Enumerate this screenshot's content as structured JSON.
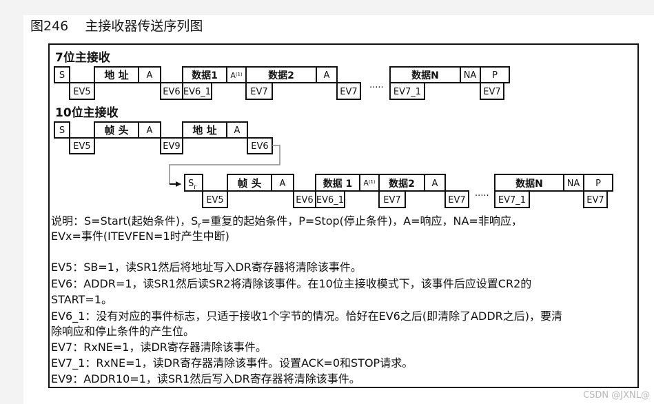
{
  "figure_title": "图246    主接收器传送序列图",
  "seven_bit": {
    "title": "7位主接收",
    "top_boxes": [
      "S",
      "地 址",
      "A",
      "数据1",
      "A⁽¹⁾",
      "数据2",
      "A",
      "数据N",
      "NA",
      "P"
    ],
    "ellipsis": ".....",
    "events": [
      "EV5",
      "EV6",
      "EV6_1",
      "EV7",
      "EV7",
      "EV7_1",
      "EV7"
    ]
  },
  "ten_bit": {
    "title": "10位主接收",
    "row1_boxes": [
      "S",
      "帧 头",
      "A",
      "地 址",
      "A"
    ],
    "row1_events": [
      "EV5",
      "EV9",
      "EV6"
    ],
    "row2_boxes": [
      "S",
      "r",
      "帧 头",
      "A",
      "数据 1",
      "A⁽¹⁾",
      "数据2",
      "A",
      "数据N",
      "NA",
      "P"
    ],
    "ellipsis": ".....",
    "row2_events": [
      "EV5",
      "EV6",
      "EV6_1",
      "EV7",
      "EV7",
      "EV7_1",
      "EV7"
    ]
  },
  "legend": {
    "line1_a": "说明：S=Start(起始条件)，S",
    "line1_sub": "r",
    "line1_b": "=重复的起始条件，P=Stop(停止条件)，A=响应，NA=非响应，",
    "line2": "EVx=事件(ITEVFEN=1时产生中断)"
  },
  "event_notes": [
    "EV5：SB=1，读SR1然后将地址写入DR寄存器将清除该事件。",
    "EV6：ADDR=1，读SR1然后读SR2将清除该事件。在10位主接收模式下，该事件后应设置CR2的",
    "START=1。",
    "EV6_1：没有对应的事件标志，只适于接收1个字节的情况。恰好在EV6之后(即清除了ADDR之后)，要清",
    "除响应和停止条件的产生位。",
    "EV7：RxNE=1，读DR寄存器清除该事件。",
    "EV7_1：RxNE=1，读DR寄存器清除该事件。设置ACK=0和STOP请求。",
    "EV9：ADDR10=1，读SR1然后写入DR寄存器将清除该事件。"
  ],
  "watermark": "CSDN @JXNL@"
}
